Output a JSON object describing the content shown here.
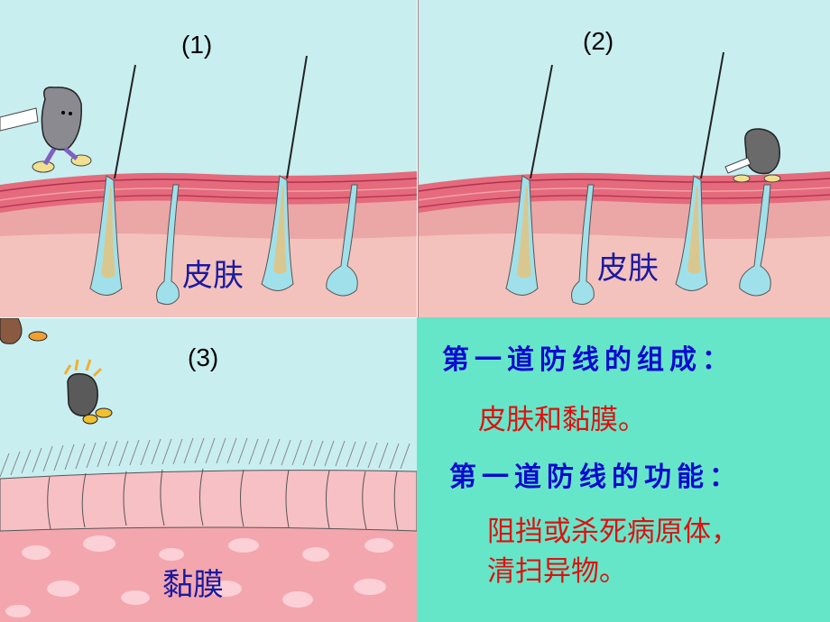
{
  "panels": {
    "p1": {
      "number": "(1)",
      "label": "皮肤"
    },
    "p2": {
      "number": "(2)",
      "label": "皮肤"
    },
    "p3": {
      "number": "(3)",
      "label": "黏膜"
    }
  },
  "info": {
    "composition_title": "第一道防线的组成：",
    "composition_text": "皮肤和黏膜。",
    "function_title": "第一道防线的功能：",
    "function_line1": "阻挡或杀死病原体，",
    "function_line2": "清扫异物。"
  },
  "colors": {
    "sky": "#c8eef0",
    "epidermis": "#e8687a",
    "dermis": "#f2b4b0",
    "info_bg": "#66e6c8",
    "title_blue": "#0a0ad0",
    "text_red": "#e01010"
  }
}
